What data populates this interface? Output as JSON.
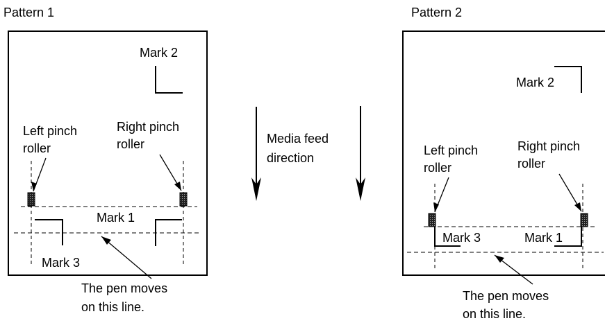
{
  "pattern1": {
    "title": "Pattern 1",
    "mark1": "Mark 1",
    "mark2": "Mark 2",
    "mark3": "Mark 3",
    "left_roller": [
      "Left pinch",
      "roller"
    ],
    "right_roller": [
      "Right pinch",
      "roller"
    ],
    "pen_line": [
      "The pen moves",
      "on this line."
    ]
  },
  "pattern2": {
    "title": "Pattern 2",
    "mark1": "Mark 1",
    "mark2": "Mark 2",
    "mark3": "Mark 3",
    "left_roller": [
      "Left pinch",
      "roller"
    ],
    "right_roller": [
      "Right pinch",
      "roller"
    ],
    "pen_line": [
      "The pen moves",
      "on this line."
    ]
  },
  "media_feed": [
    "Media feed",
    "direction"
  ]
}
